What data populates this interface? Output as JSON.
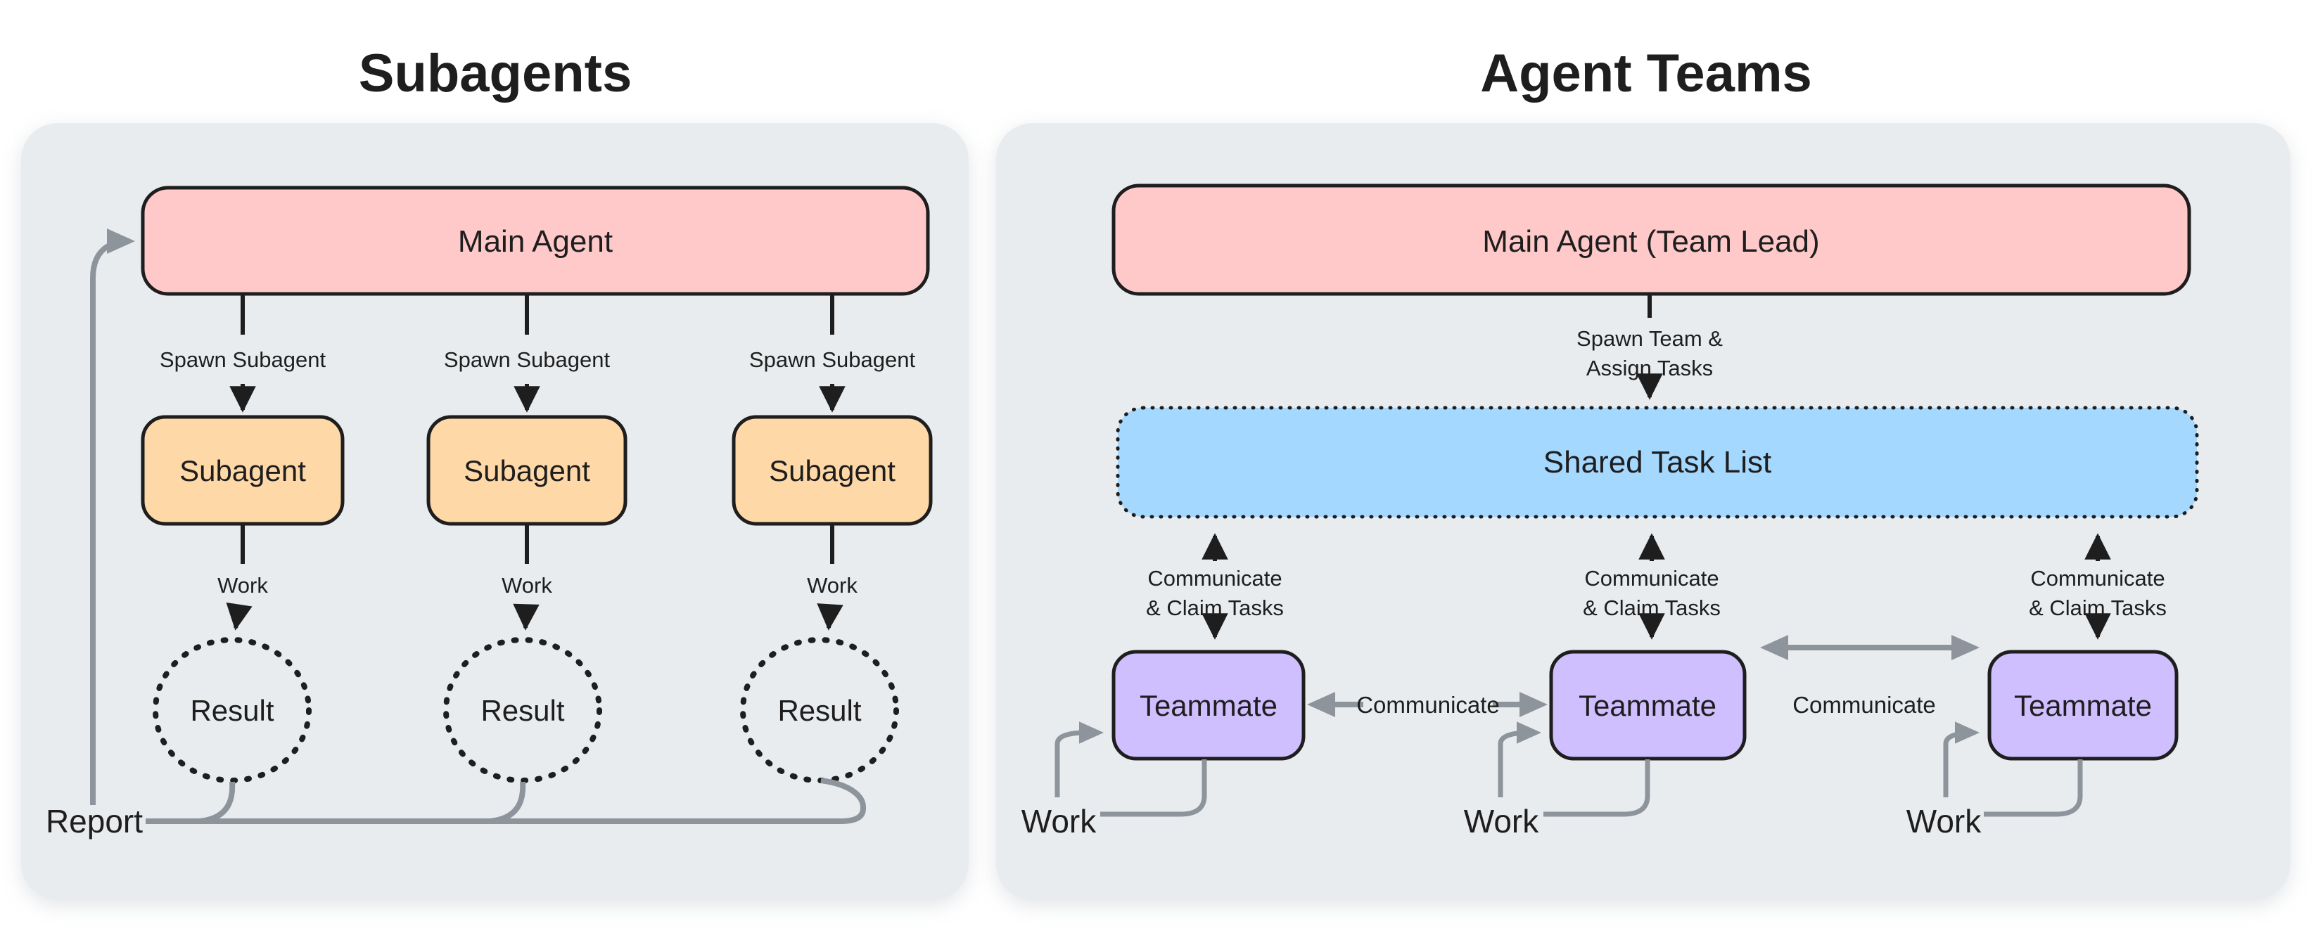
{
  "colors": {
    "panel_bg": "#e9ecef",
    "main_agent_pink": "#ffc9c9",
    "subagent_orange": "#ffd8a8",
    "task_list_blue": "#a5d8ff",
    "teammate_purple": "#d0bfff",
    "outline_black": "#1e1e1e",
    "arrow_gray": "#8d949b"
  },
  "left": {
    "title": "Subagents",
    "main_agent": "Main Agent",
    "spawn_labels": [
      "Spawn Subagent",
      "Spawn Subagent",
      "Spawn Subagent"
    ],
    "subagents": [
      "Subagent",
      "Subagent",
      "Subagent"
    ],
    "work_labels": [
      "Work",
      "Work",
      "Work"
    ],
    "results": [
      "Result",
      "Result",
      "Result"
    ],
    "report": "Report"
  },
  "right": {
    "title": "Agent Teams",
    "main_agent": "Main Agent (Team Lead)",
    "spawn_line1": "Spawn Team &",
    "spawn_line2": "Assign Tasks",
    "task_list": "Shared Task List",
    "claim_line1": [
      "Communicate",
      "Communicate",
      "Communicate"
    ],
    "claim_line2": [
      "& Claim Tasks",
      "& Claim Tasks",
      "& Claim Tasks"
    ],
    "communicate": [
      "Communicate",
      "Communicate"
    ],
    "teammates": [
      "Teammate",
      "Teammate",
      "Teammate"
    ],
    "work_labels": [
      "Work",
      "Work",
      "Work"
    ]
  }
}
